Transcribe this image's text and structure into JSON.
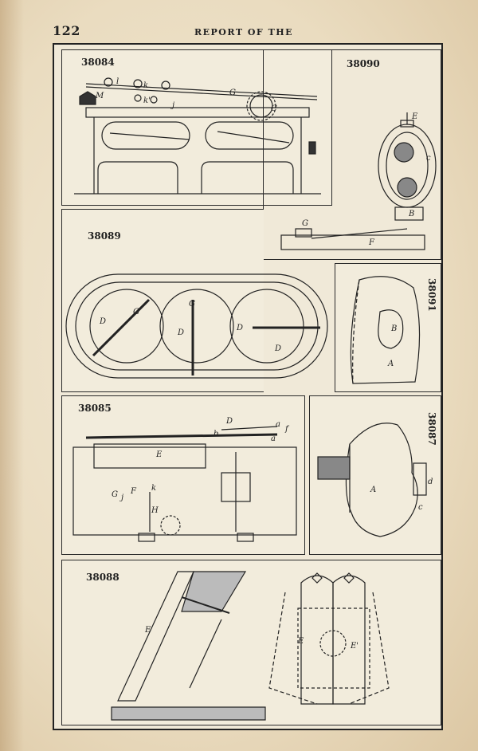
{
  "header": {
    "page_number": "122",
    "running_head": "REPORT OF THE"
  },
  "figures": [
    {
      "id": "fig-38084",
      "number": "38084",
      "labels": [
        "l",
        "k",
        "k'",
        "M",
        "G",
        "C",
        "j"
      ]
    },
    {
      "id": "fig-38090",
      "number": "38090",
      "labels": [
        "E",
        "c",
        "B",
        "G",
        "F"
      ]
    },
    {
      "id": "fig-38089",
      "number": "38089",
      "labels": [
        "D",
        "G",
        "D",
        "G",
        "D",
        "G",
        "D"
      ]
    },
    {
      "id": "fig-38091",
      "number": "38091",
      "labels": [
        "B",
        "A"
      ]
    },
    {
      "id": "fig-38085",
      "number": "38085",
      "labels": [
        "D",
        "a",
        "f",
        "b",
        "a",
        "E",
        "G",
        "j",
        "F",
        "k",
        "H"
      ]
    },
    {
      "id": "fig-38087",
      "number": "38087",
      "labels": [
        "A",
        "d",
        "c"
      ]
    },
    {
      "id": "fig-38088",
      "number": "38088",
      "labels": [
        "E",
        "E",
        "E'"
      ]
    }
  ]
}
